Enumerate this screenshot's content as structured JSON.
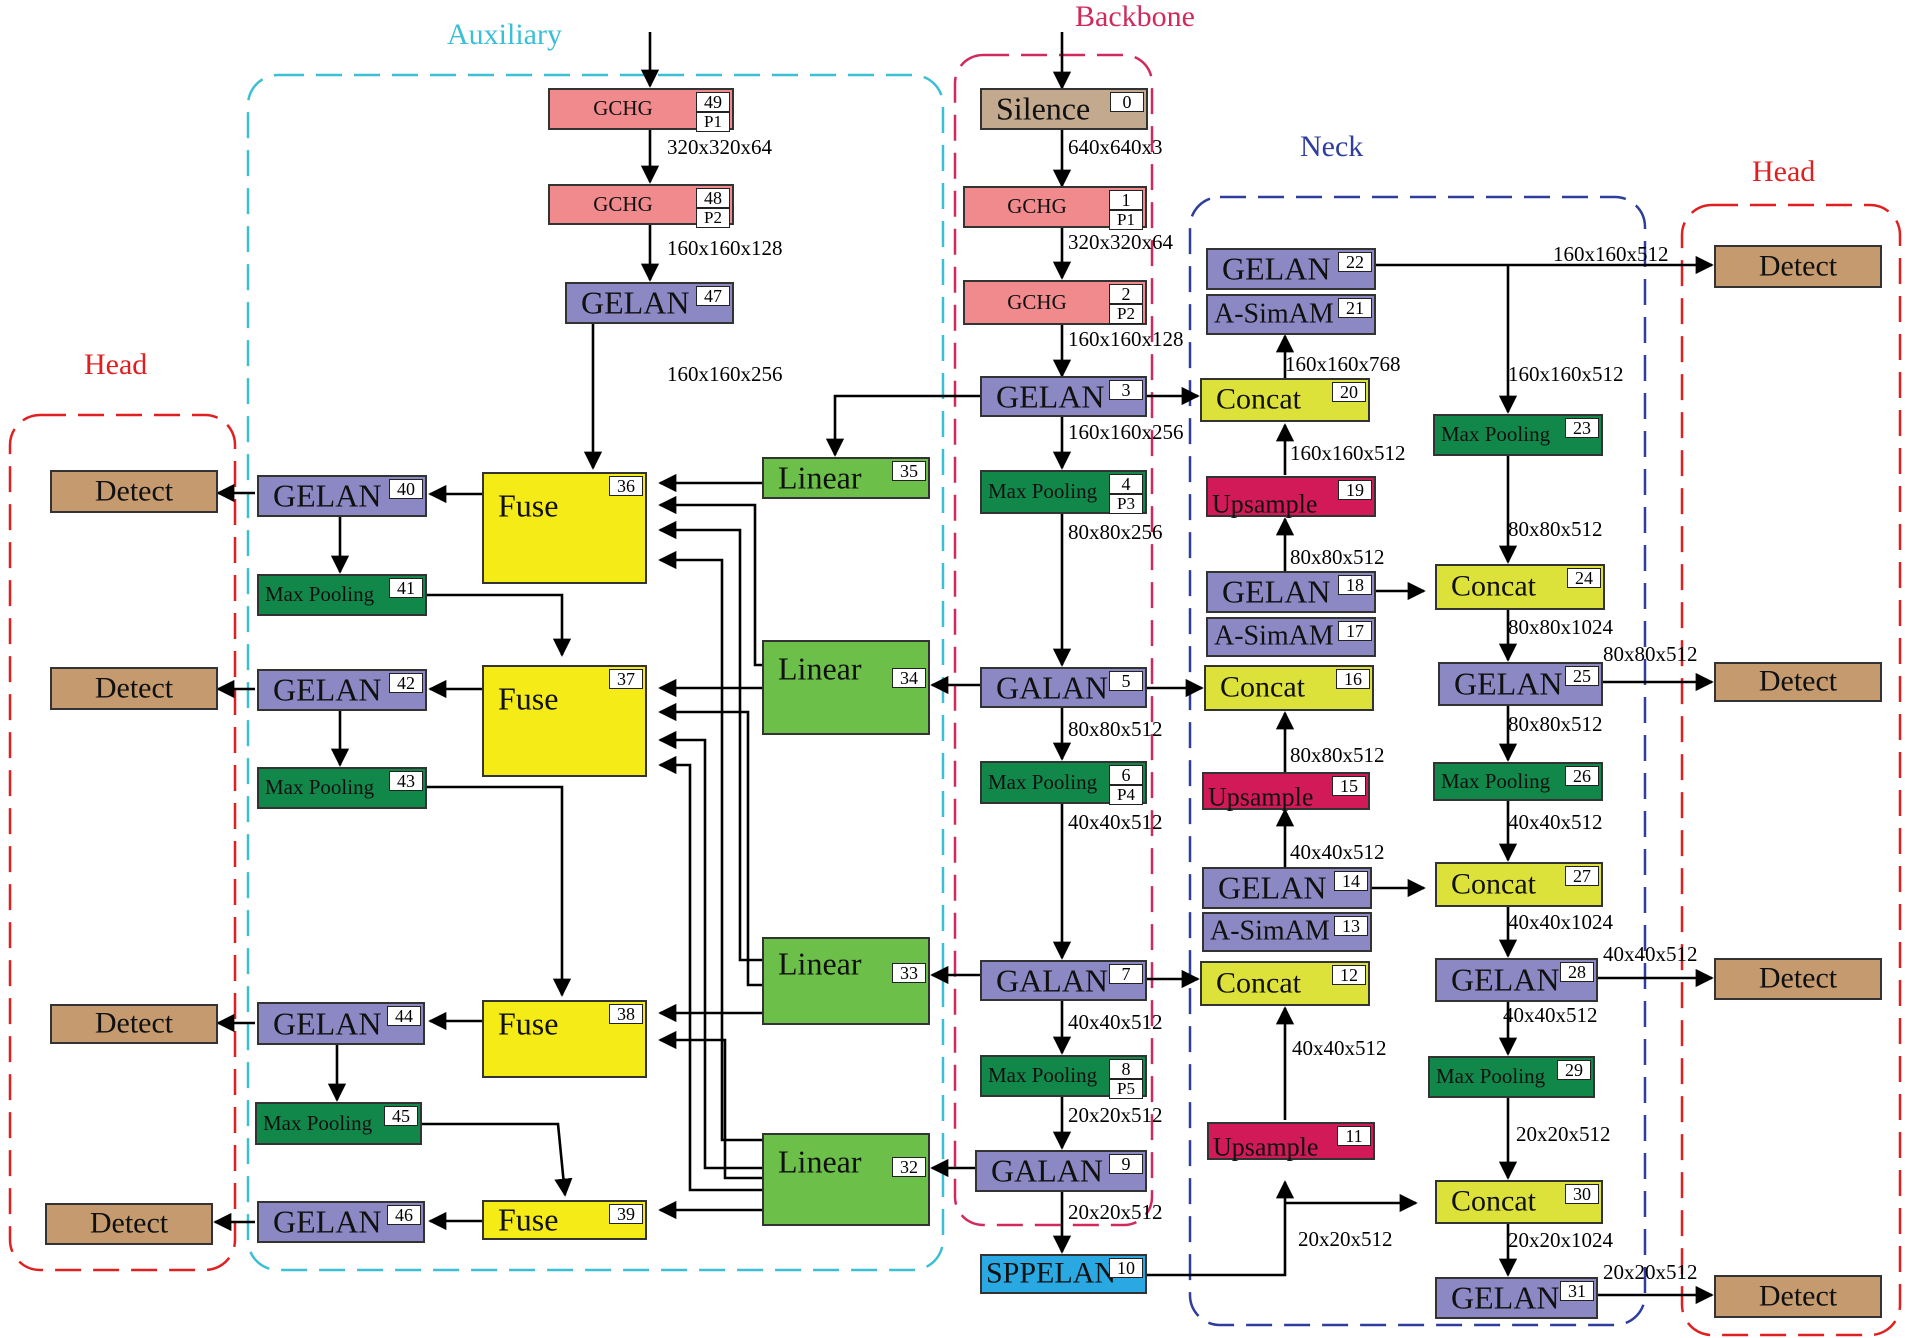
{
  "regions": {
    "auxiliary": {
      "label": "Auxiliary",
      "color": "#3bbfd4"
    },
    "backbone": {
      "label": "Backbone",
      "color": "#d02a5c"
    },
    "neck": {
      "label": "Neck",
      "color": "#2e3d9e"
    },
    "head_left": {
      "label": "Head",
      "color": "#e02020"
    },
    "head_right": {
      "label": "Head",
      "color": "#e02020"
    }
  },
  "nodes": {
    "n0": {
      "label": "Silence",
      "num": "0"
    },
    "n1": {
      "label": "GCHG",
      "num": "1",
      "sub": "P1"
    },
    "n2": {
      "label": "GCHG",
      "num": "2",
      "sub": "P2"
    },
    "n3": {
      "label": "GELAN",
      "num": "3"
    },
    "n4": {
      "label": "Max Pooling",
      "num": "4",
      "sub": "P3"
    },
    "n5": {
      "label": "GALAN",
      "num": "5"
    },
    "n6": {
      "label": "Max Pooling",
      "num": "6",
      "sub": "P4"
    },
    "n7": {
      "label": "GALAN",
      "num": "7"
    },
    "n8": {
      "label": "Max Pooling",
      "num": "8",
      "sub": "P5"
    },
    "n9": {
      "label": "GALAN",
      "num": "9"
    },
    "n10": {
      "label": "SPPELAN",
      "num": "10"
    },
    "n11": {
      "label": "Upsample",
      "num": "11"
    },
    "n12": {
      "label": "Concat",
      "num": "12"
    },
    "n13": {
      "label": "A-SimAM",
      "num": "13"
    },
    "n14": {
      "label": "GELAN",
      "num": "14"
    },
    "n15": {
      "label": "Upsample",
      "num": "15"
    },
    "n16": {
      "label": "Concat",
      "num": "16"
    },
    "n17": {
      "label": "A-SimAM",
      "num": "17"
    },
    "n18": {
      "label": "GELAN",
      "num": "18"
    },
    "n19": {
      "label": "Upsample",
      "num": "19"
    },
    "n20": {
      "label": "Concat",
      "num": "20"
    },
    "n21": {
      "label": "A-SimAM",
      "num": "21"
    },
    "n22": {
      "label": "GELAN",
      "num": "22"
    },
    "n23": {
      "label": "Max Pooling",
      "num": "23"
    },
    "n24": {
      "label": "Concat",
      "num": "24"
    },
    "n25": {
      "label": "GELAN",
      "num": "25"
    },
    "n26": {
      "label": "Max Pooling",
      "num": "26"
    },
    "n27": {
      "label": "Concat",
      "num": "27"
    },
    "n28": {
      "label": "GELAN",
      "num": "28"
    },
    "n29": {
      "label": "Max Pooling",
      "num": "29"
    },
    "n30": {
      "label": "Concat",
      "num": "30"
    },
    "n31": {
      "label": "GELAN",
      "num": "31"
    },
    "n32": {
      "label": "Linear",
      "num": "32"
    },
    "n33": {
      "label": "Linear",
      "num": "33"
    },
    "n34": {
      "label": "Linear",
      "num": "34"
    },
    "n35": {
      "label": "Linear",
      "num": "35"
    },
    "n36": {
      "label": "Fuse",
      "num": "36"
    },
    "n37": {
      "label": "Fuse",
      "num": "37"
    },
    "n38": {
      "label": "Fuse",
      "num": "38"
    },
    "n39": {
      "label": "Fuse",
      "num": "39"
    },
    "n40": {
      "label": "GELAN",
      "num": "40"
    },
    "n41": {
      "label": "Max Pooling",
      "num": "41"
    },
    "n42": {
      "label": "GELAN",
      "num": "42"
    },
    "n43": {
      "label": "Max Pooling",
      "num": "43"
    },
    "n44": {
      "label": "GELAN",
      "num": "44"
    },
    "n45": {
      "label": "Max Pooling",
      "num": "45"
    },
    "n46": {
      "label": "GELAN",
      "num": "46"
    },
    "n47": {
      "label": "GELAN",
      "num": "47"
    },
    "n48": {
      "label": "GCHG",
      "num": "48",
      "sub": "P2"
    },
    "n49": {
      "label": "GCHG",
      "num": "49",
      "sub": "P1"
    },
    "d1": {
      "label": "Detect"
    },
    "d2": {
      "label": "Detect"
    },
    "d3": {
      "label": "Detect"
    },
    "d4": {
      "label": "Detect"
    },
    "d5": {
      "label": "Detect"
    },
    "d6": {
      "label": "Detect"
    },
    "d7": {
      "label": "Detect"
    },
    "d8": {
      "label": "Detect"
    }
  },
  "dims": {
    "d_0_1": "640x640x3",
    "d_1_2": "320x320x64",
    "d_2_3": "160x160x128",
    "d_3_4": "160x160x256",
    "d_4_5": "80x80x256",
    "d_5_6": "80x80x512",
    "d_6_7": "40x40x512",
    "d_7_8": "40x40x512",
    "d_8_9": "20x20x512",
    "d_9_10": "20x20x512",
    "d_10_30": "20x20x512",
    "d_11_12": "40x40x512",
    "d_14_15": "40x40x512",
    "d_15_16": "80x80x512",
    "d_18_19": "80x80x512",
    "d_19_20": "160x160x512",
    "d_20_21": "160x160x768",
    "d_22_det": "160x160x512",
    "d_22_23": "160x160x512",
    "d_23_24": "80x80x512",
    "d_24_25": "80x80x1024",
    "d_25_det": "80x80x512",
    "d_25_26": "80x80x512",
    "d_26_27": "40x40x512",
    "d_27_28": "40x40x1024",
    "d_28_det": "40x40x512",
    "d_28_29": "40x40x512",
    "d_29_30": "20x20x512",
    "d_30_31": "20x20x1024",
    "d_31_det": "20x20x512",
    "d_49_48": "320x320x64",
    "d_48_47": "160x160x128",
    "d_47_36": "160x160x256"
  }
}
